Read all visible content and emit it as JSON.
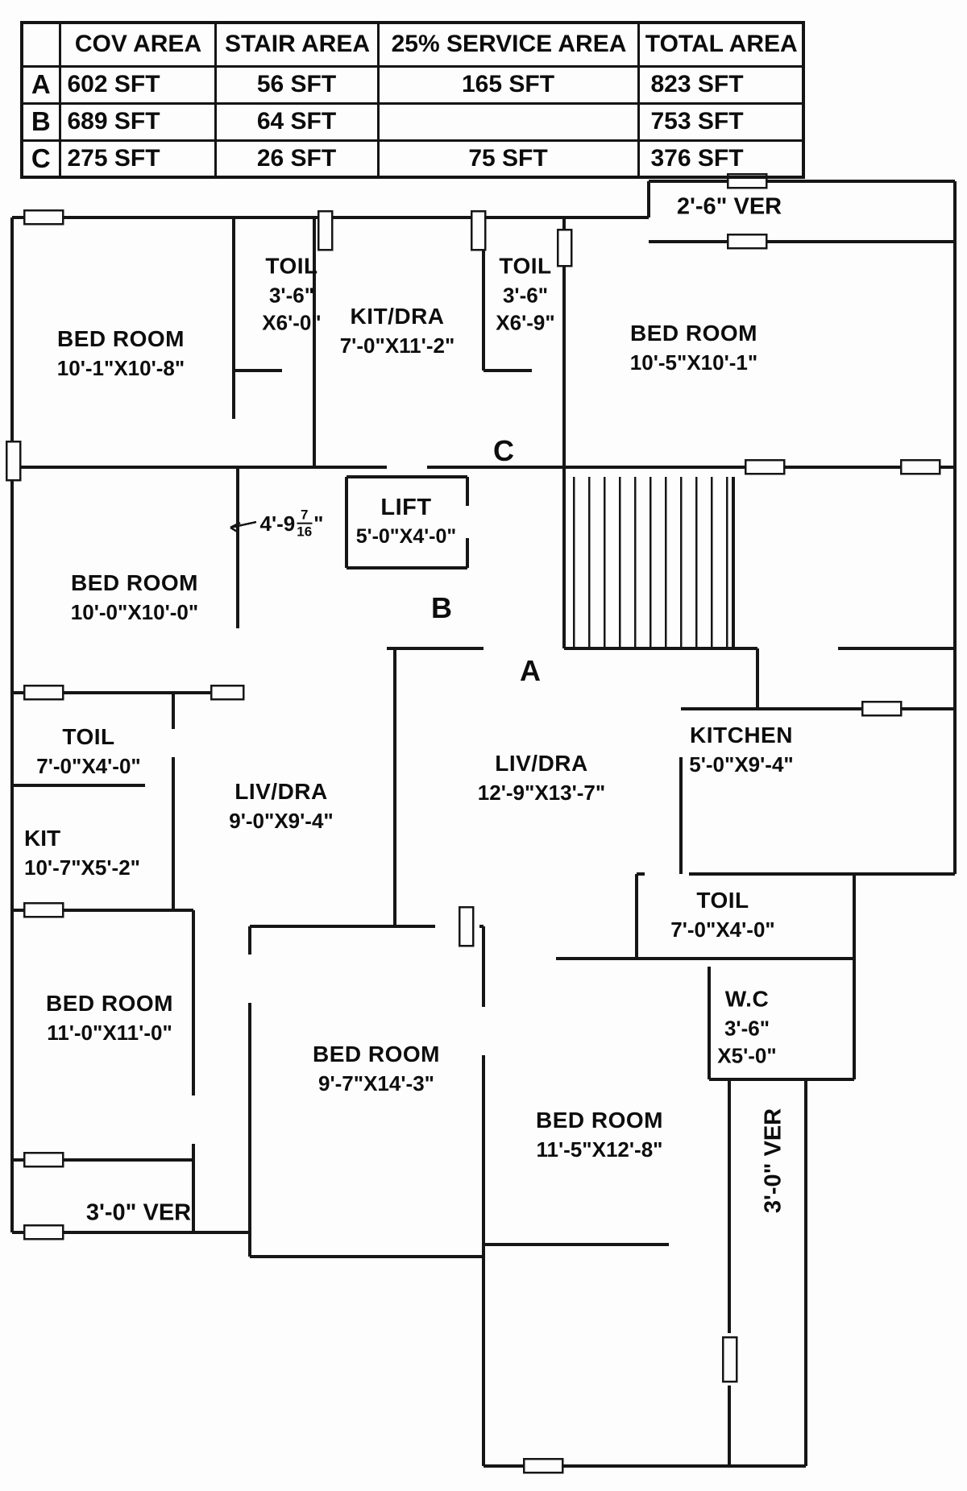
{
  "area_table": {
    "headers": [
      "",
      "COV AREA",
      "STAIR AREA",
      "25% SERVICE AREA",
      "TOTAL AREA"
    ],
    "rows": [
      {
        "unit": "A",
        "cov": "602 SFT",
        "stair": "56 SFT",
        "service": "165 SFT",
        "total": "823 SFT"
      },
      {
        "unit": "B",
        "cov": "689 SFT",
        "stair": "64 SFT",
        "service": "",
        "total": "753 SFT"
      },
      {
        "unit": "C",
        "cov": "275 SFT",
        "stair": "26 SFT",
        "service": "75 SFT",
        "total": "376 SFT"
      }
    ]
  },
  "floorplan": {
    "unit_labels": {
      "a": "A",
      "b": "B",
      "c": "C"
    },
    "ver_top": "2'-6\"  VER",
    "ver_bottom_left": "3'-0\"  VER",
    "ver_bottom_right": "3'-0\"  VER",
    "dim_note": {
      "pre": "4'-9",
      "num": "7",
      "den": "16",
      "suf": "\""
    },
    "rooms": {
      "bedroom_tl": {
        "name": "BED ROOM",
        "dims": "10'-1\"X10'-8\""
      },
      "toil_tl": {
        "name": "TOIL",
        "l1": "3'-6\"",
        "l2": "X6'-0\""
      },
      "kit_dra": {
        "name": "KIT/DRA",
        "dims": "7'-0\"X11'-2\""
      },
      "toil_tc": {
        "name": "TOIL",
        "l1": "3'-6\"",
        "l2": "X6'-9\""
      },
      "bedroom_tr": {
        "name": "BED ROOM",
        "dims": "10'-5\"X10'-1\""
      },
      "lift": {
        "name": "LIFT",
        "dims": "5'-0\"X4'-0\""
      },
      "bedroom_ml": {
        "name": "BED ROOM",
        "dims": "10'-0\"X10'-0\""
      },
      "toil_left": {
        "name": "TOIL",
        "dims": "7'-0\"X4'-0\""
      },
      "kitchen": {
        "name": "KITCHEN",
        "dims": "5'-0\"X9'-4\""
      },
      "livdra_a": {
        "name": "LIV/DRA",
        "dims": "12'-9\"X13'-7\""
      },
      "livdra_b": {
        "name": "LIV/DRA",
        "dims": "9'-0\"X9'-4\""
      },
      "kit_left": {
        "name": "KIT",
        "dims": "10'-7\"X5'-2\""
      },
      "toil_right": {
        "name": "TOIL",
        "dims": "7'-0\"X4'-0\""
      },
      "wc": {
        "name": "W.C",
        "l1": "3'-6\"",
        "l2": "X5'-0\""
      },
      "bedroom_bl": {
        "name": "BED ROOM",
        "dims": "11'-0\"X11'-0\""
      },
      "bedroom_bm": {
        "name": "BED ROOM",
        "dims": "9'-7\"X14'-3\""
      },
      "bedroom_br": {
        "name": "BED ROOM",
        "dims": "11'-5\"X12'-8\""
      }
    }
  }
}
